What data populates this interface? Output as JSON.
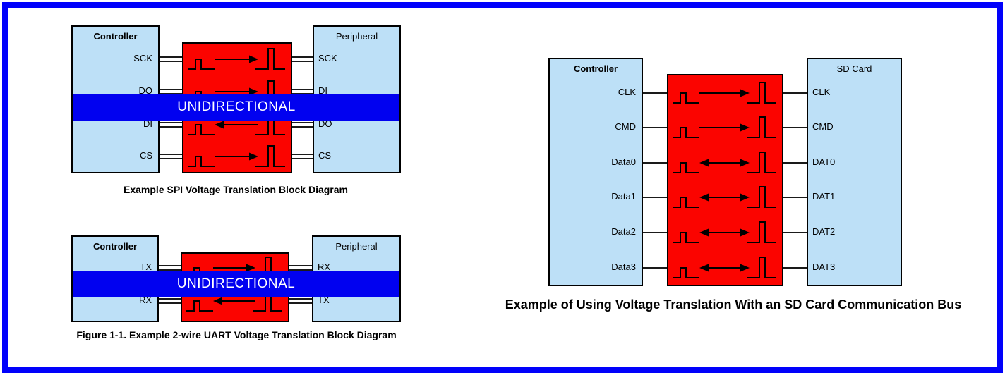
{
  "page": {
    "kind": "voltage-translation-figure-sheet"
  },
  "colors": {
    "page_border": "#0101fb",
    "endpoint_block_fill": "#bde0f7",
    "translator_block_fill": "#fb0400",
    "banner_fill": "#0101f0",
    "banner_text_color": "#ffffff"
  },
  "diagrams": {
    "spi": {
      "left_block": {
        "title": "Controller",
        "signals": [
          "SCK",
          "DO",
          "DI",
          "CS"
        ]
      },
      "right_block": {
        "title": "Peripheral",
        "signals": [
          "SCK",
          "DI",
          "DO",
          "CS"
        ]
      },
      "directions": [
        "right",
        "right",
        "left",
        "right"
      ],
      "overlay": "UNIDIRECTIONAL",
      "caption": "Example SPI Voltage Translation Block Diagram"
    },
    "uart": {
      "left_block": {
        "title": "Controller",
        "signals": [
          "TX",
          "RX"
        ]
      },
      "right_block": {
        "title": "Peripheral",
        "signals": [
          "RX",
          "TX"
        ]
      },
      "directions": [
        "right",
        "left"
      ],
      "overlay": "UNIDIRECTIONAL",
      "caption": "Figure 1-1. Example 2-wire UART Voltage Translation Block Diagram"
    },
    "sd": {
      "left_block": {
        "title": "Controller",
        "signals": [
          "CLK",
          "CMD",
          "Data0",
          "Data1",
          "Data2",
          "Data3"
        ]
      },
      "right_block": {
        "title": "SD Card",
        "signals": [
          "CLK",
          "CMD",
          "DAT0",
          "DAT1",
          "DAT2",
          "DAT3"
        ]
      },
      "directions": [
        "right",
        "right",
        "both",
        "both",
        "both",
        "both"
      ],
      "caption": "Example of Using Voltage Translation With an SD Card Communication Bus"
    }
  }
}
